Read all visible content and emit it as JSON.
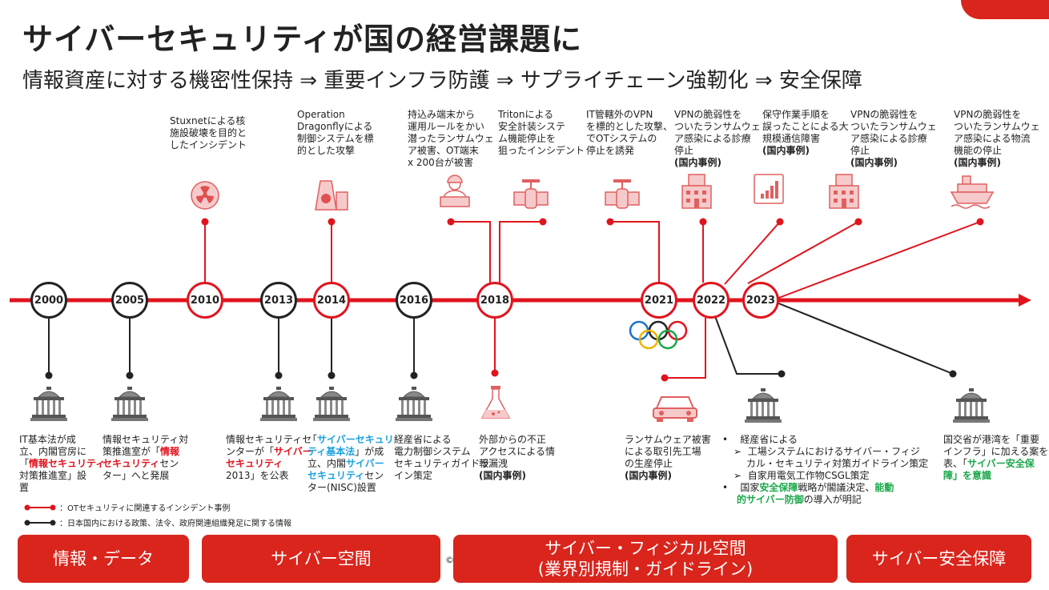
{
  "title": "サイバーセキュリティが国の経営課題に",
  "subtitle": "情報資産に対する機密性保持 ⇒ 重要インフラ防護 ⇒ サプライチェーン強靭化 ⇒ 安全保障",
  "years": [
    "2000",
    "2005",
    "2010",
    "2013",
    "2014",
    "2016",
    "2018",
    "2021",
    "2022",
    "2023"
  ],
  "incidents": {
    "stuxnet": [
      "Stuxnetによる核",
      "施設破壊を目的と",
      "したインシデント"
    ],
    "dragonfly": [
      "Operation",
      "Dragonflyによる",
      "制御システムを標",
      "的とした攻撃"
    ],
    "ransom2018": [
      "持込み端末から",
      "運用ルールをかい",
      "潜ったランサムウェ",
      "ア被害、OT端末",
      "x 200台が被害"
    ],
    "triton": [
      "Tritonによる",
      "安全計装システ",
      "ム機能停止を",
      "狙ったインシデント"
    ],
    "vpn2021": [
      "IT管轄外のVPN",
      "を標的とした攻撃、",
      "でOTシステムの",
      "停止を誘発"
    ],
    "vpnhosp1": [
      "VPNの脆弱性を",
      "ついたランサムウェ",
      "ア感染による診療",
      "停止"
    ],
    "kddi": [
      "保守作業手順を",
      "誤ったことによる大",
      "規模通信障害"
    ],
    "vpnhosp2": [
      "VPNの脆弱性を",
      "ついたランサムウェ",
      "ア感染による診療",
      "停止"
    ],
    "vpnlogi": [
      "VPNの脆弱性を",
      "ついたランサムウェ",
      "ア感染による物流",
      "機能の停止"
    ],
    "access2018": [
      "外部からの不正",
      "アクセスによる情",
      "報漏洩"
    ],
    "supplier": [
      "ランサムウェア被害",
      "による取引先工場",
      "の生産停止"
    ],
    "domestic": "(国内事例)"
  },
  "policies": {
    "p2000": {
      "l1": "IT基本法が成",
      "l2": "立、内閣官房に",
      "l3a": "「",
      "l3r": "情報セキュリティ",
      "l4": "対策推進室」設",
      "l5": "置"
    },
    "p2005": {
      "l1": "情報セキュリティ対",
      "l2a": "策推進室が「",
      "l2r": "情報",
      "l3r": "セキュリティ",
      "l3b": "セン",
      "l4": "ター」へと発展"
    },
    "p2013": {
      "l1": "情報セキュリティセ",
      "l2a": "ンターが「",
      "l2b": "サイバー",
      "l3b": "セキュリティ",
      "l4": "2013」を公表"
    },
    "p2014": {
      "l1a": "「",
      "l1b": "サイバーセキュリ",
      "l2b": "ティ基本法",
      "l2c": "」が成",
      "l3a": "立、内閣",
      "l3b": "サイバー",
      "l4b": "セキュリティ",
      "l4c": "セン",
      "l5": "ター(NISC)設置"
    },
    "p2016": [
      "経産省による",
      "電力制御システム",
      "セキュリティガイドラ",
      "イン策定"
    ],
    "p2022": {
      "l1": "経産省による",
      "l2": "工場システムにおけるサイバー・フィジ",
      "l3": "カル・セキュリティ対策ガイドライン策定",
      "l4": "自家用電気工作物CSGL策定",
      "l5a": "国家",
      "l5g": "安全保障",
      "l5b": "戦略が閣議決定、",
      "l5g2": "能動",
      "l6g": "的サイバー防御",
      "l6b": "の導入が明記"
    },
    "p2023": {
      "l1": "国交省が港湾を「重要",
      "l2a": "インフラ」に加える案を発",
      "l3a": "表、「",
      "l3g": "サイバー安全保",
      "l4g": "障」を意識"
    }
  },
  "legend": {
    "red": "：OTセキュリティに関連するインシデント事例",
    "black": "：日本国内における政策、法令、政府関連組織発足に関する情報"
  },
  "bars": [
    "情報・データ",
    "サイバー空間",
    "サイバー・フィジカル空間",
    "(業界別規制・ガイドライン)",
    "サイバー安全保障"
  ],
  "copyright": "©",
  "colors": {
    "accent": "#d9251c",
    "incident": "#e0141e",
    "blue": "#1aa0e0",
    "green": "#1aa84a"
  }
}
